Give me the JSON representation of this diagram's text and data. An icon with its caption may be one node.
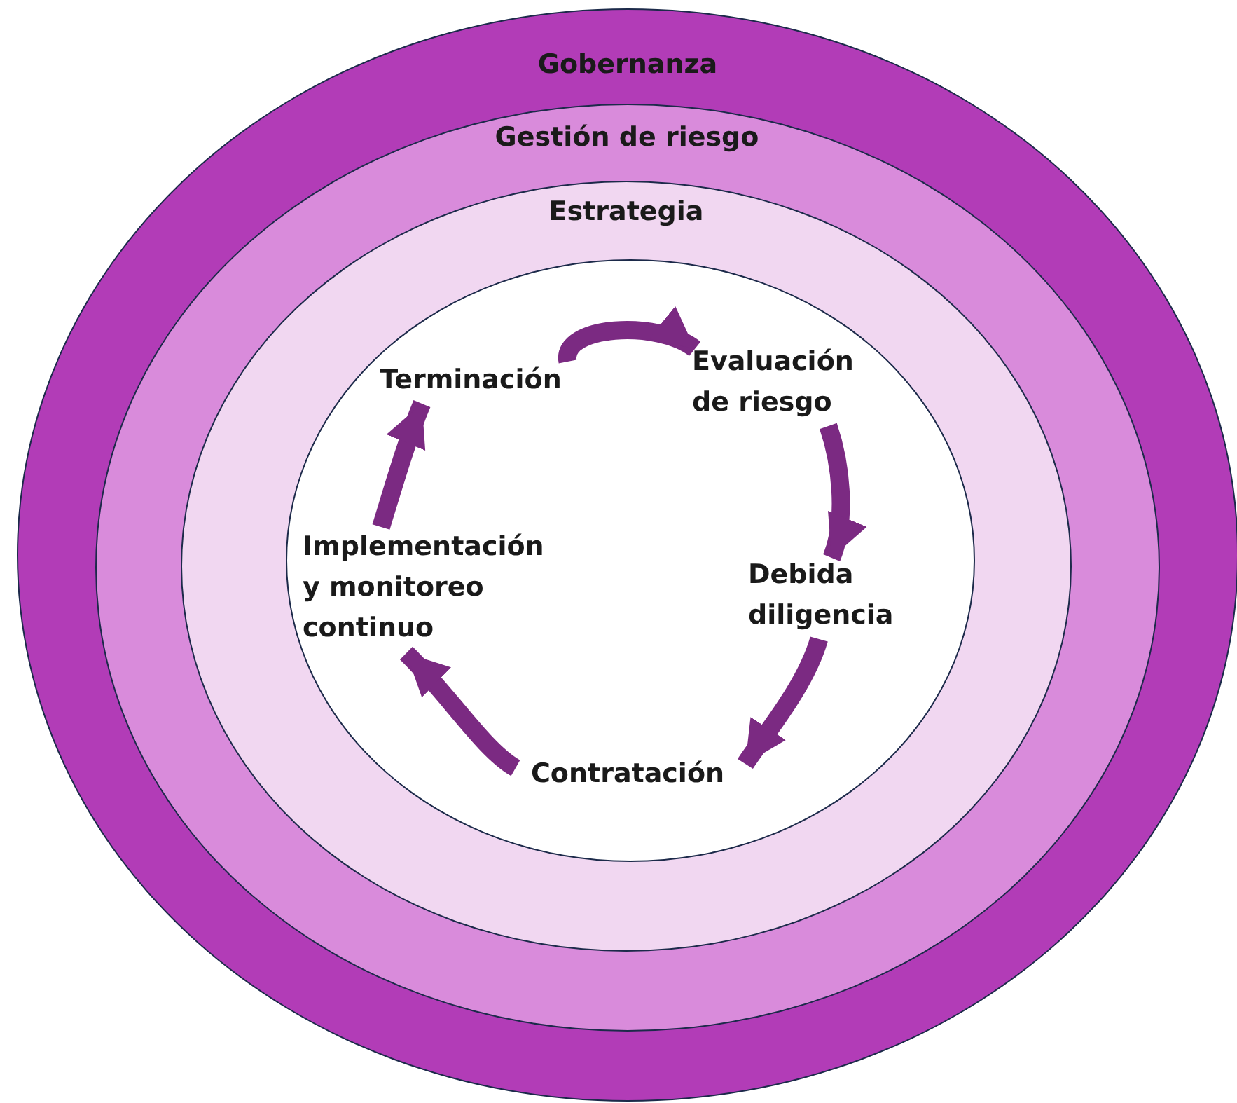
{
  "diagram": {
    "nodes": [
      {
        "text": [
          "Gobernanza"
        ]
      },
      {
        "text": [
          "Gestión de riesgo"
        ],
        "in": 0
      },
      {
        "text": [
          "Estrategia"
        ],
        "in": 1
      },
      {
        "text": [],
        "shape": "ellipse",
        "in": 2
      },
      {
        "text": [
          "Terminación"
        ],
        "in": 3
      },
      {
        "text": [
          "Evaluación de riesgo"
        ],
        "in": 3
      },
      {
        "text": [
          "Debida diligencia"
        ],
        "in": 3
      },
      {
        "text": [
          "Contratación"
        ],
        "in": 3
      },
      {
        "text": [
          "Implementación y monitoreo continuo"
        ],
        "in": 3
      }
    ],
    "edges": [
      {
        "from": 4,
        "to": 5,
        "arrow": "to"
      },
      {
        "from": 5,
        "to": 6,
        "arrow": "to"
      },
      {
        "from": 6,
        "to": 7,
        "arrow": "to"
      },
      {
        "from": 7,
        "to": 8,
        "arrow": "to"
      },
      {
        "from": 8,
        "to": 4,
        "arrow": "to"
      }
    ]
  }
}
